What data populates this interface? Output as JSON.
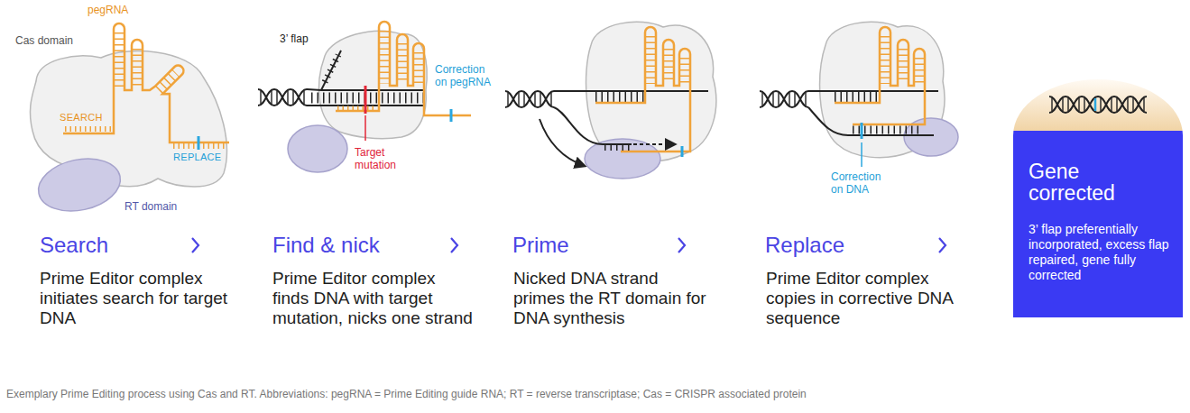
{
  "diagram": {
    "caption": "Exemplary Prime Editing process using Cas and RT. Abbreviations: pegRNA = Prime Editing guide RNA; RT = reverse transcriptase; Cas = CRISPR associated protein",
    "nodes": [
      {
        "text": [
          "Gene corrected",
          "3’ flap preferentially incorporated, excess flap repaired, gene fully corrected"
        ]
      }
    ],
    "labels": [
      "pegRNA",
      "Cas domain",
      "SEARCH",
      "REPLACE",
      "RT domain",
      "3’ flap",
      "Correction on pegRNA",
      "Target mutation",
      "Correction on DNA",
      "Search",
      "Find & nick",
      "Prime",
      "Replace",
      "Prime Editor complex initiates search for target DNA",
      "Prime Editor complex finds DNA with target mutation, nicks one strand",
      "Nicked DNA strand primes the RT domain for DNA synthesis",
      "Prime Editor complex copies in corrective DNA sequence"
    ]
  }
}
